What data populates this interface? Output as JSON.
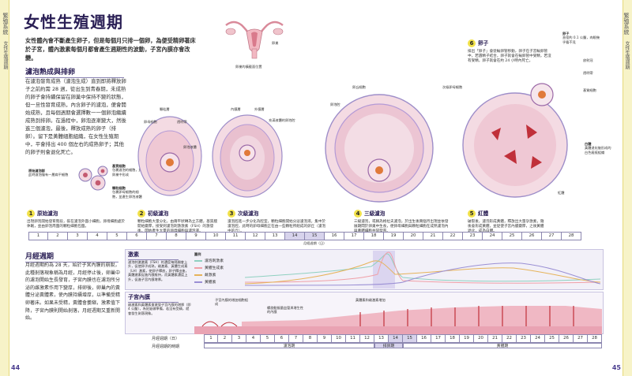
{
  "page": {
    "side_left": "繁殖系統",
    "side_left_sub": "女性生殖週期",
    "side_right": "繁殖系統",
    "side_right_sub": "女性生殖週期",
    "page_left": "44",
    "page_right": "45"
  },
  "title": "女性生殖週期",
  "intro": "女性體內會不斷產生卵子，但是每個月只排一個卵，為便受精卵著床於子宮，體內激素每個月都會產生週期性的波動，子宮內膜亦會改變。",
  "uterus_label": "卵巢",
  "uterus_caption": "卵巢的橫截面位置",
  "follicle": {
    "heading": "濾泡熟成與排卵",
    "body": "在濾泡發育成熟（濾泡生成）直到即將釋放卵子之前約需 28 週，從出生到青春期，未成熟的卵子會持續保留在卵巢中保持不變的狀態，但一旦性發育成熟，內含卵子的濾泡，便會開始成熟，且每個週期會選擇數一一個卵泡繼續成熟到排卵。在過程中，卵泡逐漸變大，然後進三個濾泡，最後，釋放成熟的卵子（排卵）。留下是黃體細胞組織，在女性生殖期中，平會排出 400 個左右的成熟卵子；其他的卵子則會退化死亡。",
    "primordial_label": "原始濾泡群",
    "primordial_desc": "此時濾泡僅有一層扁平細胞",
    "basal_label": "基質細胞",
    "basal_desc": "包裹濾泡的細胞，於卵巢中形成",
    "theca_label": "顆粒細胞",
    "theca_desc": "包裹卵母細胞的細胞，並產生卵泡液體",
    "ovum_label": "卵母細胞",
    "antrum_label": "初級卵泡",
    "fluid_label": "卵泡液體",
    "labels_mid": [
      "顆粒層",
      "卵母細胞",
      "透明帶",
      "內膜層",
      "外膜層",
      "充滿液體的卵泡腔",
      "卵丘細胞",
      "次級卵母細胞",
      "卵泡腔"
    ]
  },
  "steps": [
    {
      "num": "1",
      "title": "原始濾泡",
      "text": "出現卵泡開始發育階段，裝在濾泡外圍小細胞，卵母細胞處於休眠，並由卵泡周圍的顆粒細胞包圍。"
    },
    {
      "num": "2",
      "title": "初級濾泡",
      "text": "顆粒細胞大量分化，由兩平狀轉為立方體，基質膜開始變厚，接受到濾泡刺激激素（FSH）的激發後，開始產生大量的卵母細胞與濾泡液。"
    },
    {
      "num": "3",
      "title": "次級濾泡",
      "text": "濾泡腔進一步分化為腔室，顆粒細胞開始分泌濾泡液，集中於濾泡腔，此時的卵母細胞正在由一些顆粒所組成的卵丘（濾泡中的丘）。"
    },
    {
      "num": "4",
      "title": "三級濾泡",
      "text": "三級濾泡，或稱為格拉夫濾泡，於出生後兩個月出現並依發展期間於卵巢中生長，便卵母細胞與顆粒細胞在成熟濾泡內與黃體細胞共同發育。"
    },
    {
      "num": "5",
      "title": "紅體",
      "text": "破裂後，濾泡形成黃體，釋放出大量孕激素，隨後會形成黃體，並促使子宮內膜變厚，之後黃體退化，成為白體。"
    },
    {
      "num": "6",
      "title": "卵子",
      "text": "排出「卵子」會從輸卵管移動，卵子在子宮輸卵管中，若遇精子結合，卵子就會在輸卵管中受精，若沒有受精，卵子就會在約 24 小時內死亡。"
    }
  ],
  "right_labels": {
    "ovum_outer": "卵子",
    "ovum_note": "直徑約 0.1 公釐，肉眼幾乎看不見",
    "corona": "放射冠",
    "zona": "透明帶",
    "theca": "基質細胞",
    "corpus": "白體",
    "corpus_desc": "黃體退化後形成的白色瘢痕組織",
    "red": "紅體"
  },
  "day_strip": {
    "days": [
      "1",
      "2",
      "3",
      "4",
      "5",
      "6",
      "7",
      "8",
      "9",
      "10",
      "11",
      "12",
      "13",
      "14",
      "15",
      "16",
      "17",
      "18",
      "19",
      "20",
      "21",
      "22",
      "23",
      "24",
      "25",
      "26",
      "27",
      "28"
    ],
    "shaded_from": 14,
    "shaded_to": 15,
    "markers": [
      "1",
      "2",
      "3",
      "4",
      "5",
      "6"
    ],
    "caption": "月經週期（日）",
    "phase_left": "濾泡期",
    "phase_mid": "排卵期",
    "phase_right": "黃體期"
  },
  "menstrual": {
    "heading": "月經週期",
    "body": "月經週期約為 28 天，始於子宮內膜的崩脫，此種剝落現象稱為月經，月經停止後，卵巢中的濾泡開始生長發育，子宮內膜也在濾泡所分泌的雌激素作用下變厚，排卵後，卵巢內的黃體分泌黃體素，使內膜持續增厚，以準備受精卵著床。如果未受精，黃體會萎縮，激素值下降，子宮內膜則開始剝落，月經週期又重新開始。"
  },
  "hormone": {
    "heading": "激素",
    "text": "濾泡刺激激素（FSH）的濃度每隔開會上升，促使卵子成熟，雌激素、黃體生成素（LH）激素，使卵子釋放，卵子釋出後，黃體激素促進內膜維持，而黃體素濃度上升，促進子宮內膜增厚。",
    "legend_title": "圖例",
    "legend": [
      {
        "label": "濾泡刺激素",
        "color": "#8fd0c0"
      },
      {
        "label": "黃體生成素",
        "color": "#f0a0a8"
      },
      {
        "label": "雌激素",
        "color": "#e6b35a"
      },
      {
        "label": "黃體素",
        "color": "#9a8fd4"
      }
    ]
  },
  "uterus_panel": {
    "heading": "子宮內膜",
    "text": "雌激素和黃體素會激發子宮內膜的增厚（即 4 公釐），為妊娠做準備，若沒有受精，就會發生剝落現象。",
    "note_1": "子宮內膜的增加細胞組成",
    "note_2": "動脈血液供應細胞",
    "note_3": "螺旋動脈量血管與增生性的內膜",
    "note_4": "黃體素和雌激素增加"
  },
  "bottom_rows": {
    "row1": "月經週期（日）",
    "row2": "月經週期的時期",
    "days": [
      "1",
      "2",
      "3",
      "4",
      "5",
      "6",
      "7",
      "8",
      "9",
      "10",
      "11",
      "12",
      "13",
      "14",
      "15",
      "16",
      "17",
      "18",
      "19",
      "20",
      "21",
      "22",
      "23",
      "24",
      "25",
      "26",
      "27",
      "28"
    ]
  }
}
